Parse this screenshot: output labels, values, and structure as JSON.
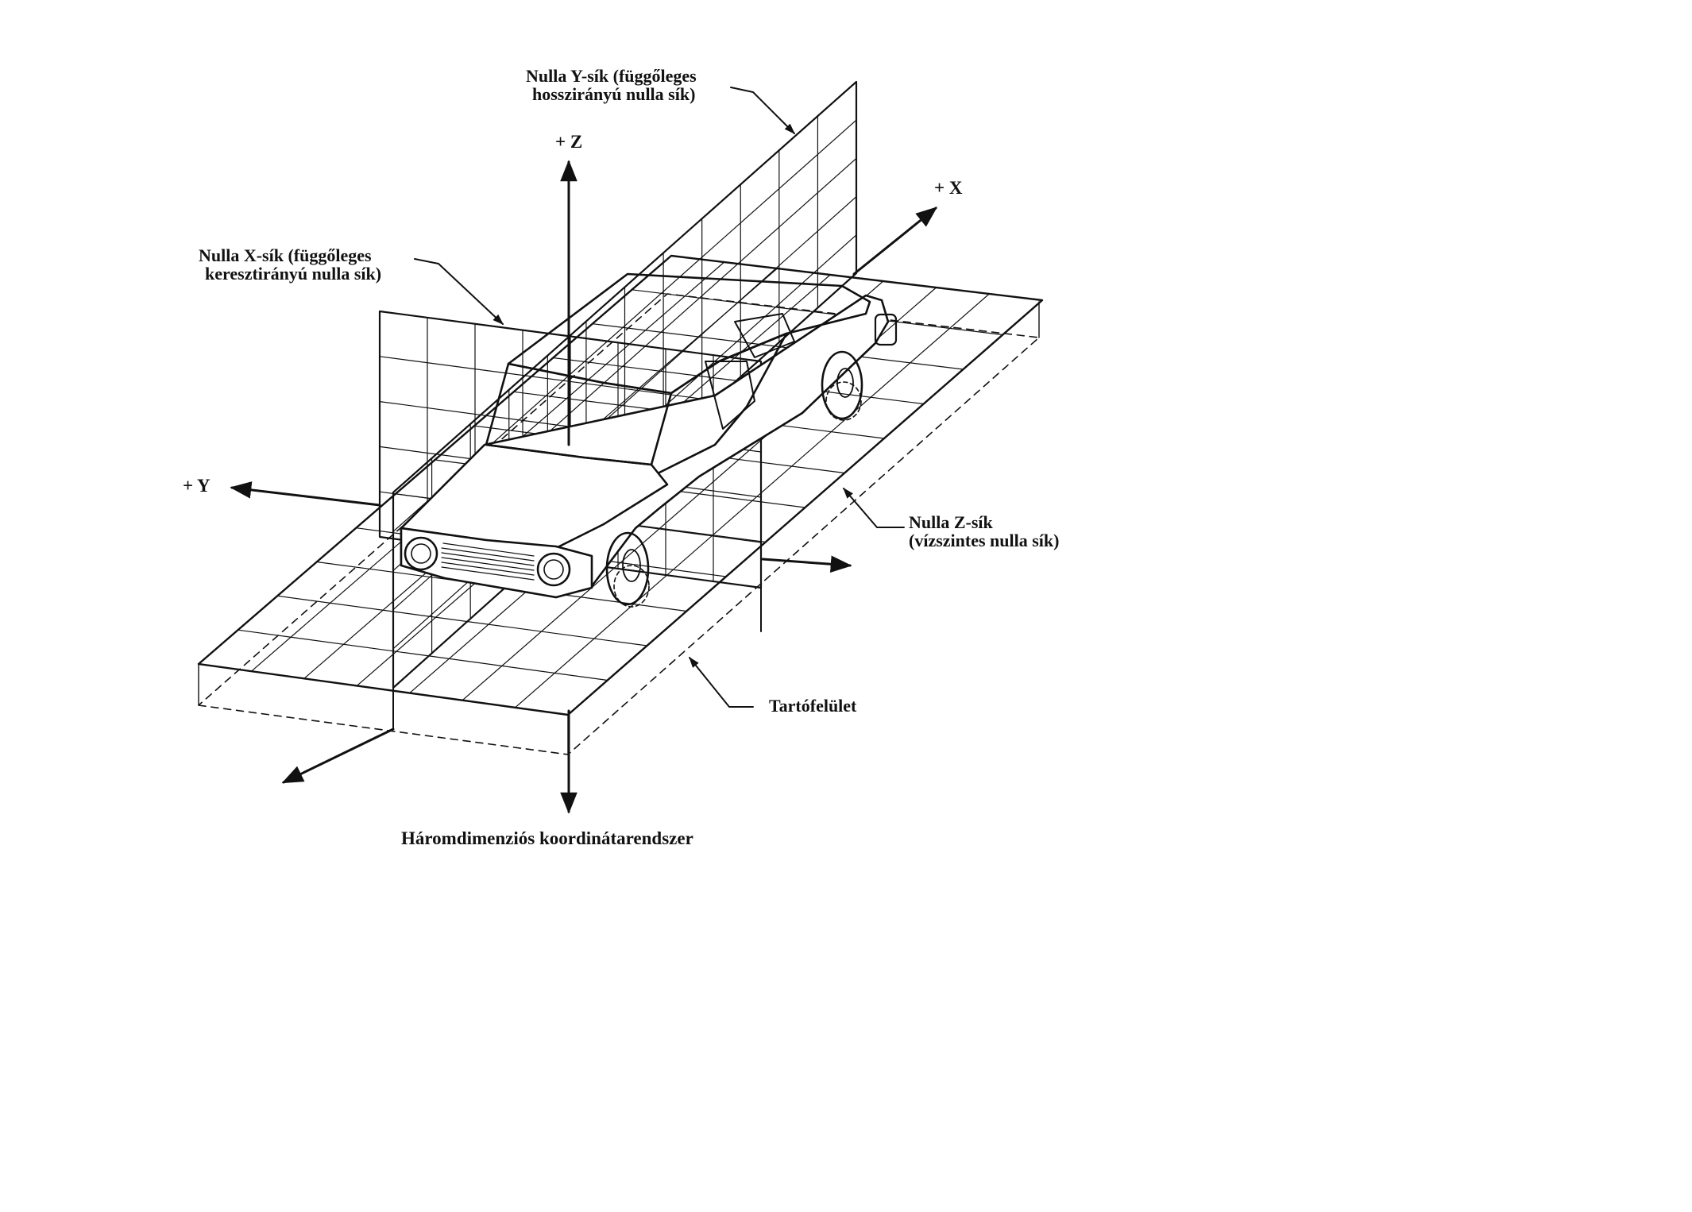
{
  "labels": {
    "null_y_plane": {
      "line1": "Nulla Y-sík (függőleges",
      "line2": "hosszirányú nulla sík)"
    },
    "null_x_plane": {
      "line1": "Nulla X-sík (függőleges",
      "line2": "keresztirányú nulla sík)"
    },
    "null_z_plane": {
      "line1": "Nulla Z-sík",
      "line2": "(vízszintes nulla sík)"
    },
    "support_surface": "Tartófelület"
  },
  "axes": {
    "z": "+ Z",
    "x": "+ X",
    "y": "+ Y"
  },
  "caption": "Háromdimenziós koordinátarendszer"
}
